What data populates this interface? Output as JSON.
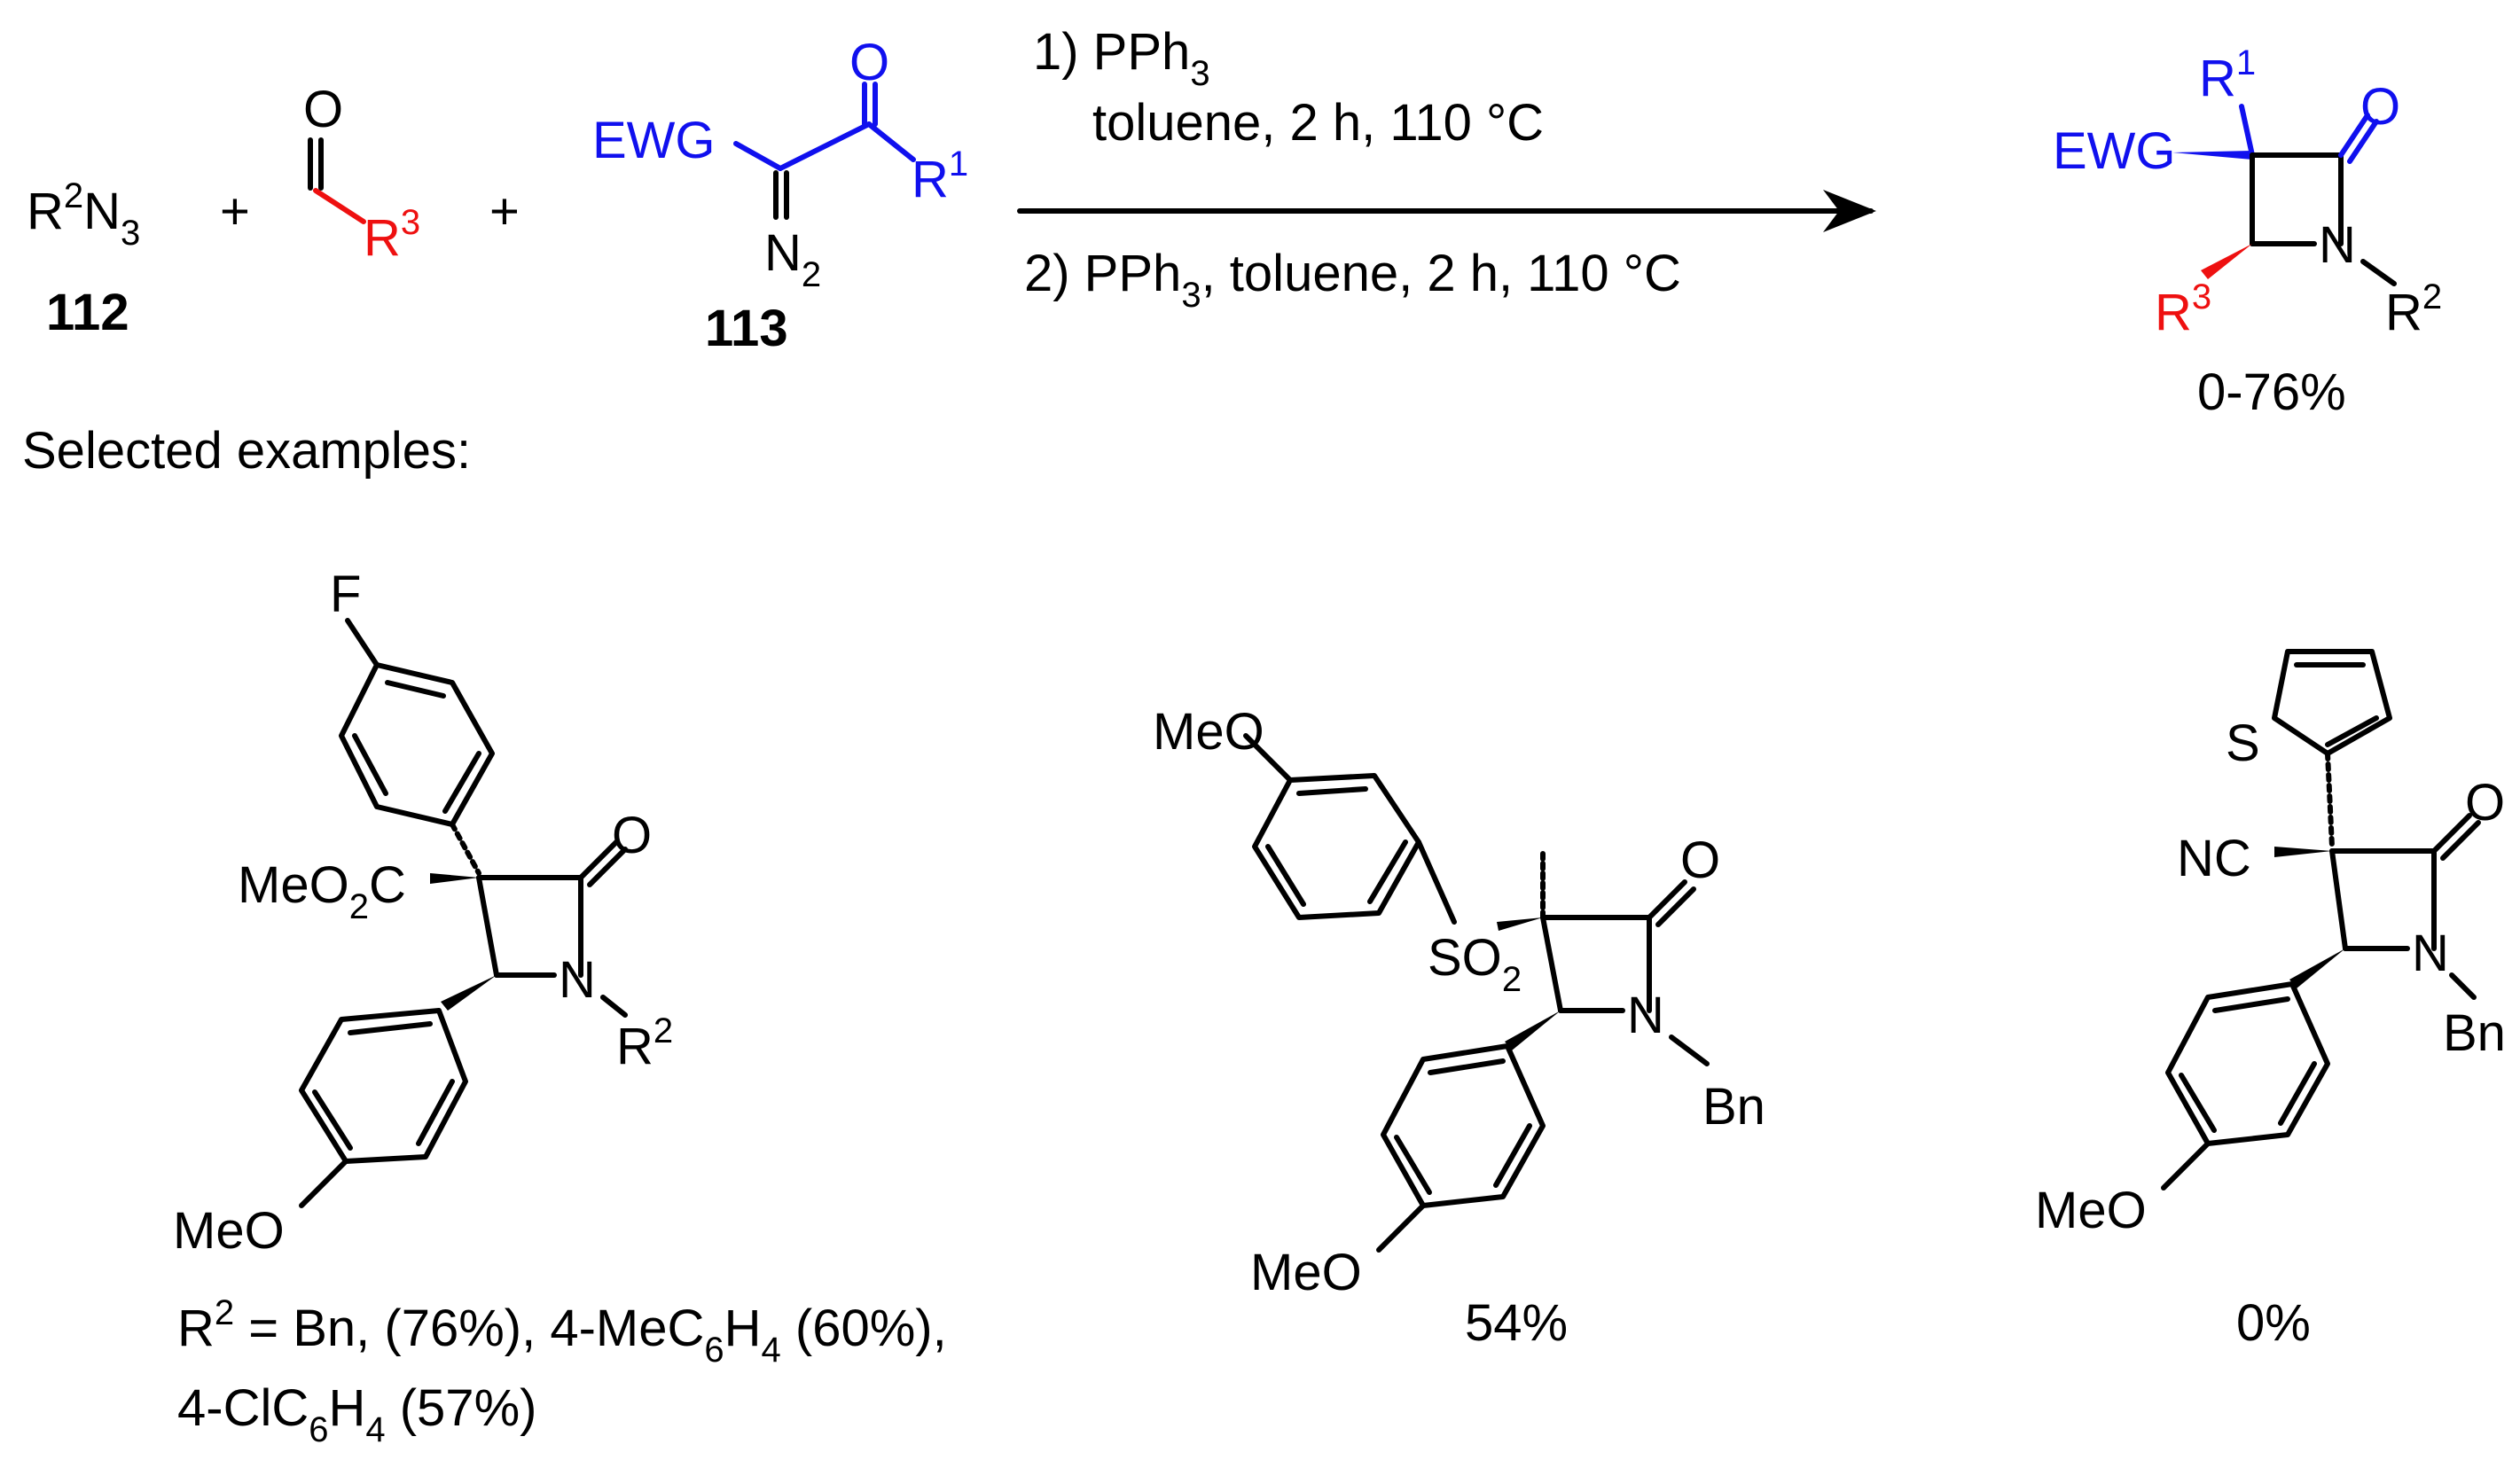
{
  "reactants": {
    "azide": {
      "text": "R",
      "sup": "2",
      "n": "N",
      "sub": "3"
    },
    "azide_label": "112",
    "plus1": "+",
    "plus2": "+",
    "aldehyde_o": "O",
    "aldehyde_r": "R",
    "aldehyde_r_sup": "3",
    "diazo_ewg": "EWG",
    "diazo_o": "O",
    "diazo_r": "R",
    "diazo_r_sup": "1",
    "diazo_n": "N",
    "diazo_n_sub": "2",
    "diazo_label": "113"
  },
  "conditions": {
    "line1": "1) PPh",
    "line1_sub": "3",
    "line2": "toluene, 2 h, 110 °C",
    "line3": "2) PPh",
    "line3_sub": "3",
    "line3_rest": ", toluene, 2 h, 110 °C"
  },
  "product": {
    "r1": "R",
    "r1_sup": "1",
    "ewg": "EWG",
    "o": "O",
    "n": "N",
    "r3": "R",
    "r3_sup": "3",
    "r2": "R",
    "r2_sup": "2",
    "yield": "0-76%"
  },
  "section_title": "Selected examples:",
  "examples": {
    "ex1": {
      "f": "F",
      "meo2c": "MeO",
      "meo2c_sub": "2",
      "meo2c_c": "C",
      "o": "O",
      "n": "N",
      "r": "R",
      "r_sup": "2",
      "meo": "MeO",
      "caption1_a": "R",
      "caption1_sup": "2",
      "caption1_b": " = Bn, (76%), 4-MeC",
      "caption1_sub1": "6",
      "caption1_c": "H",
      "caption1_sub2": "4",
      "caption1_d": " (60%),",
      "caption2_a": "4-ClC",
      "caption2_sub1": "6",
      "caption2_b": "H",
      "caption2_sub2": "4",
      "caption2_c": " (57%)"
    },
    "ex2": {
      "meo_top": "MeO",
      "so": "SO",
      "so_sub": "2",
      "o": "O",
      "n": "N",
      "bn": "Bn",
      "meo": "MeO",
      "yield": "54%"
    },
    "ex3": {
      "s": "S",
      "nc": "NC",
      "o": "O",
      "n": "N",
      "bn": "Bn",
      "meo": "MeO",
      "yield": "0%"
    }
  }
}
